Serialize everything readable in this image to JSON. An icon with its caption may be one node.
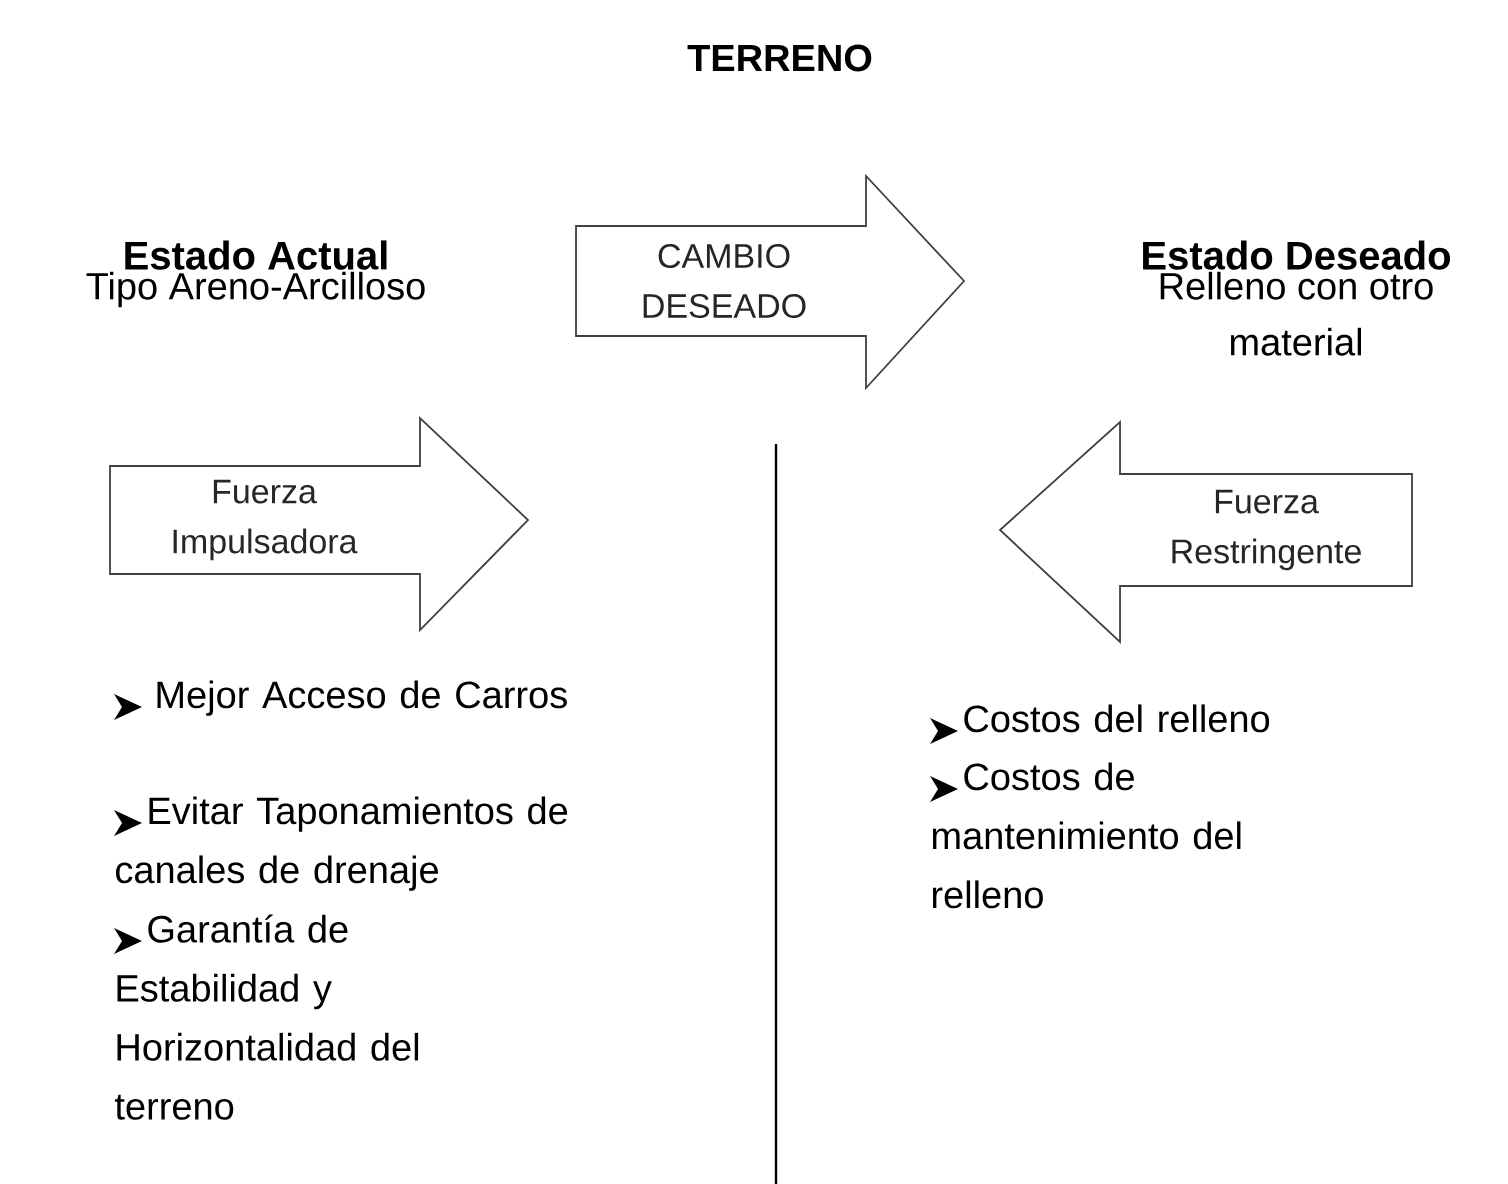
{
  "diagram": {
    "title": "TERRENO",
    "nodes": [
      {
        "text": [
          "Estado Actual",
          "Tipo Areno-Arcilloso"
        ]
      },
      {
        "text": [
          "CAMBIO DESEADO"
        ]
      },
      {
        "text": [
          "Estado Deseado",
          "Relleno con otro material"
        ]
      },
      {
        "text": [
          "Fuerza Impulsadora"
        ]
      },
      {
        "text": [
          "Fuerza Restringente"
        ]
      }
    ],
    "labels": [
      "Mejor Acceso de Carros",
      "Evitar Taponamientos de canales de drenaje",
      "Garantía de Estabilidad y Horizontalidad del terreno",
      "Costos del relleno",
      "Costos de mantenimiento del relleno"
    ]
  }
}
